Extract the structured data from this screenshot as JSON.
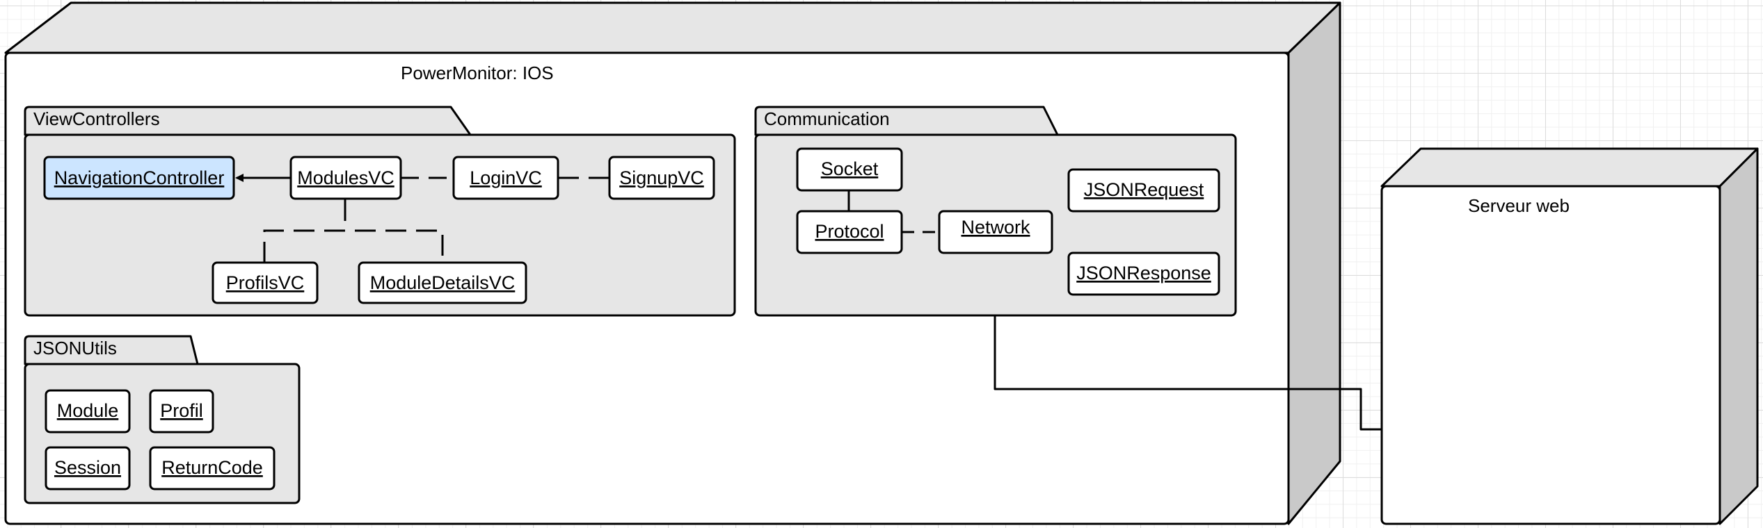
{
  "colors": {
    "node_face": "#ffffff",
    "node_top": "#e6e6e6",
    "node_side": "#c9c9c9",
    "package_fill": "#e6e6e6",
    "class_fill": "#ffffff",
    "highlight_fill": "#cce5ff",
    "line": "#000000"
  },
  "nodes": {
    "ios": {
      "title": "PowerMonitor: IOS"
    },
    "server": {
      "title": "Serveur web"
    }
  },
  "packages": {
    "viewcontrollers": {
      "label": "ViewControllers",
      "classes": {
        "navigation": "NavigationController",
        "modules": "ModulesVC",
        "login": "LoginVC",
        "signup": "SignupVC",
        "profils": "ProfilsVC",
        "moduledetails": "ModuleDetailsVC"
      }
    },
    "communication": {
      "label": "Communication",
      "classes": {
        "socket": "Socket",
        "protocol": "Protocol",
        "network": "Network",
        "jsonrequest": "JSONRequest",
        "jsonresponse": "JSONResponse"
      }
    },
    "jsonutils": {
      "label": "JSONUtils",
      "classes": {
        "module": "Module",
        "profil": "Profil",
        "session": "Session",
        "returncode": "ReturnCode"
      }
    }
  }
}
